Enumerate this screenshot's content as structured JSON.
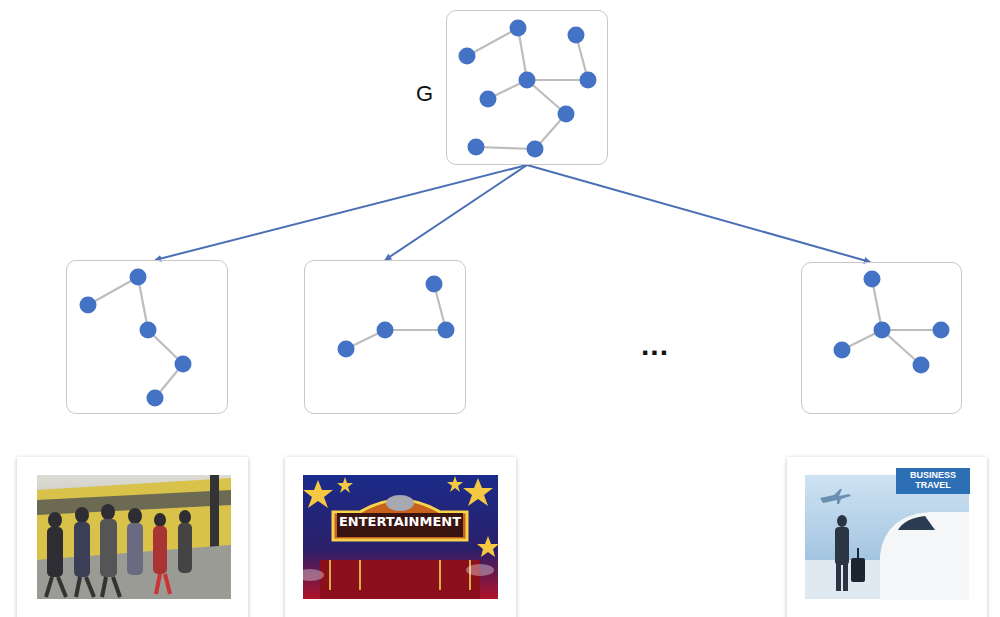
{
  "diagram": {
    "nodes": [
      {
        "text": [
          "G"
        ]
      },
      {
        "text": []
      },
      {
        "text": []
      },
      {
        "text": []
      }
    ],
    "edges": [
      {
        "from": 0,
        "to": 1,
        "arrow": "to"
      },
      {
        "from": 0,
        "to": 2,
        "arrow": "to"
      },
      {
        "from": 0,
        "to": 3,
        "arrow": "to"
      }
    ],
    "labels": [
      "...",
      "ENTERTAINMENT",
      "BUSINESS TRAVEL"
    ]
  }
}
